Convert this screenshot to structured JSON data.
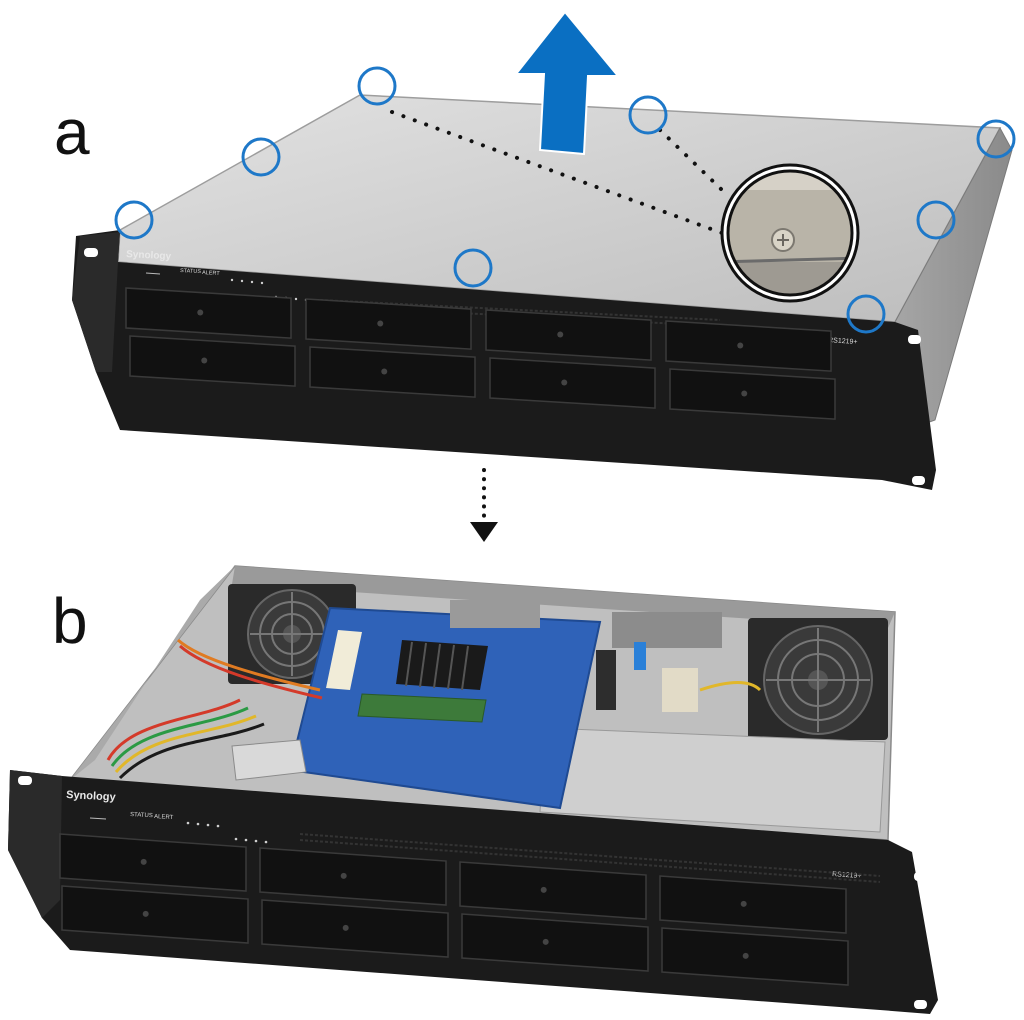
{
  "steps": [
    {
      "label": "a",
      "brand": "Synology",
      "status": "STATUS",
      "alert": "ALERT",
      "model": "RS1219+"
    },
    {
      "label": "b",
      "brand": "Synology",
      "status": "STATUS",
      "alert": "ALERT",
      "model": "RS1219+"
    }
  ],
  "drive_bays_per_unit": 8,
  "screws_marked": 8,
  "colors": {
    "arrow": "#0a6fc2",
    "screw_ring": "#1e78c8",
    "chassis_front": "#1b1b1b",
    "lid": "#c9c9c9",
    "motherboard": "#2f62b8"
  },
  "icons": [
    "up-arrow-icon",
    "screw-marker-icon",
    "down-arrow-icon",
    "fan-icon",
    "heatsink-icon"
  ]
}
